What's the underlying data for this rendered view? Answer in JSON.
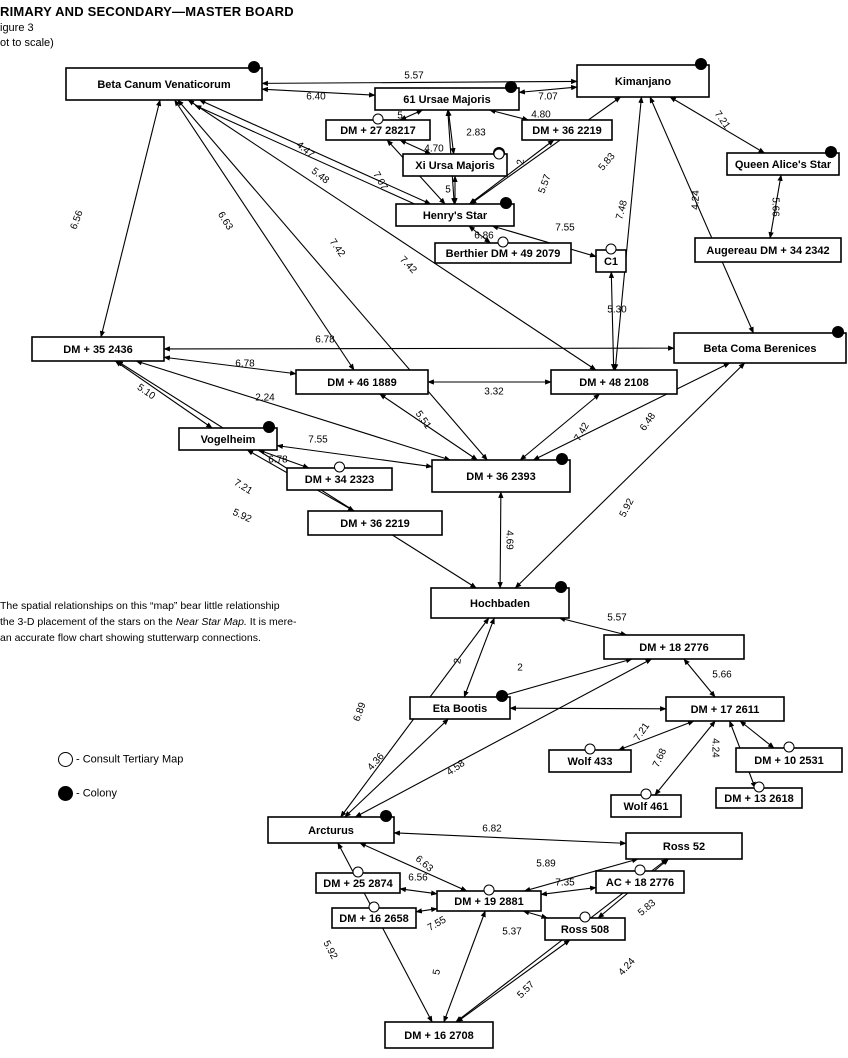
{
  "header": {
    "title": "RIMARY AND SECONDARY—MASTER BOARD",
    "figure": "igure 3",
    "note": "ot to scale)"
  },
  "note": {
    "line1": "The spatial relationships on this “map” bear little relationship",
    "line2_pre": "the 3-D placement of the stars on the ",
    "line2_em": "Near Star Map.",
    "line2_post": " It is mere-",
    "line3": "an accurate flow chart showing stutterwarp connections."
  },
  "legend": {
    "tertiary": "- Consult Tertiary Map",
    "colony": "- Colony"
  },
  "nodes": [
    {
      "id": "beta_canum",
      "label": "Beta Canum Venaticorum",
      "marker": "colony"
    },
    {
      "id": "kimanjano",
      "label": "Kimanjano",
      "marker": "colony"
    },
    {
      "id": "ursae61",
      "label": "61 Ursae Majoris",
      "marker": "colony"
    },
    {
      "id": "dm27_28217",
      "label": "DM + 27 28217",
      "marker": "tertiary"
    },
    {
      "id": "dm36_2219a",
      "label": "DM + 36 2219",
      "marker": "none"
    },
    {
      "id": "xi_ursa",
      "label": "Xi Ursa Majoris",
      "marker": "both"
    },
    {
      "id": "queen_alice",
      "label": "Queen Alice's Star",
      "marker": "colony"
    },
    {
      "id": "henrys",
      "label": "Henry's Star",
      "marker": "colony"
    },
    {
      "id": "berthier",
      "label": "Berthier DM + 49 2079",
      "marker": "tertiary"
    },
    {
      "id": "c1",
      "label": "C1",
      "marker": "tertiary"
    },
    {
      "id": "augereau",
      "label": "Augereau DM + 34 2342",
      "marker": "none"
    },
    {
      "id": "dm35_2436",
      "label": "DM + 35 2436",
      "marker": "none"
    },
    {
      "id": "beta_coma",
      "label": "Beta Coma Berenices",
      "marker": "colony"
    },
    {
      "id": "dm46_1889",
      "label": "DM + 46 1889",
      "marker": "none"
    },
    {
      "id": "dm48_2108",
      "label": "DM + 48 2108",
      "marker": "none"
    },
    {
      "id": "vogelheim",
      "label": "Vogelheim",
      "marker": "colony"
    },
    {
      "id": "dm34_2323",
      "label": "DM + 34 2323",
      "marker": "tertiary"
    },
    {
      "id": "dm36_2393",
      "label": "DM + 36 2393",
      "marker": "colony"
    },
    {
      "id": "dm36_2219b",
      "label": "DM + 36 2219",
      "marker": "none"
    },
    {
      "id": "hochbaden",
      "label": "Hochbaden",
      "marker": "colony"
    },
    {
      "id": "dm18_2776",
      "label": "DM + 18 2776",
      "marker": "none"
    },
    {
      "id": "eta_bootis",
      "label": "Eta Bootis",
      "marker": "colony"
    },
    {
      "id": "dm17_2611",
      "label": "DM + 17 2611",
      "marker": "none"
    },
    {
      "id": "wolf433",
      "label": "Wolf 433",
      "marker": "tertiary"
    },
    {
      "id": "dm10_2531",
      "label": "DM + 10 2531",
      "marker": "tertiary"
    },
    {
      "id": "wolf461",
      "label": "Wolf 461",
      "marker": "tertiary"
    },
    {
      "id": "dm13_2618",
      "label": "DM + 13 2618",
      "marker": "tertiary"
    },
    {
      "id": "arcturus",
      "label": "Arcturus",
      "marker": "colony"
    },
    {
      "id": "ross52",
      "label": "Ross 52",
      "marker": "none"
    },
    {
      "id": "dm25_2874",
      "label": "DM + 25 2874",
      "marker": "tertiary"
    },
    {
      "id": "ac18_2776",
      "label": "AC + 18 2776",
      "marker": "tertiary"
    },
    {
      "id": "dm19_2881",
      "label": "DM + 19 2881",
      "marker": "tertiary"
    },
    {
      "id": "dm16_2658",
      "label": "DM + 16 2658",
      "marker": "tertiary"
    },
    {
      "id": "ross508",
      "label": "Ross 508",
      "marker": "tertiary"
    },
    {
      "id": "dm16_2708",
      "label": "DM + 16 2708",
      "marker": "none"
    }
  ],
  "edges": [
    {
      "from": "beta_canum",
      "to": "kimanjano",
      "label": "5.57"
    },
    {
      "from": "beta_canum",
      "to": "ursae61",
      "label": "6.40"
    },
    {
      "from": "ursae61",
      "to": "kimanjano",
      "label": "7.07"
    },
    {
      "from": "ursae61",
      "to": "dm27_28217",
      "label": "5"
    },
    {
      "from": "ursae61",
      "to": "xi_ursa",
      "label": "2.83"
    },
    {
      "from": "ursae61",
      "to": "dm36_2219a",
      "label": "4.80"
    },
    {
      "from": "ursae61",
      "to": "henrys",
      "label": "2"
    },
    {
      "from": "dm27_28217",
      "to": "xi_ursa",
      "label": "4.70"
    },
    {
      "from": "dm27_28217",
      "to": "henrys",
      "label": "7.07"
    },
    {
      "from": "xi_ursa",
      "to": "henrys",
      "label": "5"
    },
    {
      "from": "henrys",
      "to": "dm36_2219a",
      "label": "5.57"
    },
    {
      "from": "henrys",
      "to": "kimanjano",
      "label": "5.83"
    },
    {
      "from": "henrys",
      "to": "berthier",
      "label": "6.86"
    },
    {
      "from": "henrys",
      "to": "c1",
      "label": "7.55"
    },
    {
      "from": "beta_canum",
      "to": "henrys",
      "label": "4.47"
    },
    {
      "from": "beta_canum",
      "to": "henrys",
      "label": "5.48"
    },
    {
      "from": "kimanjano",
      "to": "queen_alice",
      "label": "7.21"
    },
    {
      "from": "queen_alice",
      "to": "augereau",
      "label": "5.66"
    },
    {
      "from": "kimanjano",
      "to": "beta_coma",
      "label": "4.24"
    },
    {
      "from": "kimanjano",
      "to": "dm48_2108",
      "label": "7.48"
    },
    {
      "from": "c1",
      "to": "dm48_2108",
      "label": "5.30"
    },
    {
      "from": "beta_canum",
      "to": "dm35_2436",
      "label": "6.56"
    },
    {
      "from": "beta_canum",
      "to": "dm46_1889",
      "label": "6.63"
    },
    {
      "from": "beta_canum",
      "to": "dm36_2393",
      "label": "7.42"
    },
    {
      "from": "beta_canum",
      "to": "dm48_2108",
      "label": "7.42"
    },
    {
      "from": "dm35_2436",
      "to": "beta_coma",
      "label": "6.78"
    },
    {
      "from": "dm35_2436",
      "to": "dm46_1889",
      "label": "6.78"
    },
    {
      "from": "dm35_2436",
      "to": "dm36_2393",
      "label": "2.24"
    },
    {
      "from": "dm35_2436",
      "to": "vogelheim",
      "label": "5.10"
    },
    {
      "from": "dm35_2436",
      "to": "hochbaden",
      "label": "5.92"
    },
    {
      "from": "dm46_1889",
      "to": "dm48_2108",
      "label": "3.32"
    },
    {
      "from": "dm46_1889",
      "to": "dm36_2393",
      "label": "5.51"
    },
    {
      "from": "dm48_2108",
      "to": "dm36_2393",
      "label": "7.42"
    },
    {
      "from": "beta_coma",
      "to": "dm36_2393",
      "label": "6.48"
    },
    {
      "from": "beta_coma",
      "to": "hochbaden",
      "label": "5.92"
    },
    {
      "from": "vogelheim",
      "to": "dm36_2393",
      "label": "7.55"
    },
    {
      "from": "vogelheim",
      "to": "dm34_2323",
      "label": "6.78"
    },
    {
      "from": "vogelheim",
      "to": "dm36_2219b",
      "label": "7.21"
    },
    {
      "from": "dm36_2393",
      "to": "hochbaden",
      "label": "4.69"
    },
    {
      "from": "hochbaden",
      "to": "dm18_2776",
      "label": "5.57"
    },
    {
      "from": "hochbaden",
      "to": "eta_bootis",
      "label": "2"
    },
    {
      "from": "hochbaden",
      "to": "arcturus",
      "label": "6.89"
    },
    {
      "from": "eta_bootis",
      "to": "dm18_2776",
      "label": "2"
    },
    {
      "from": "dm18_2776",
      "to": "dm17_2611",
      "label": "5.66"
    },
    {
      "from": "eta_bootis",
      "to": "dm17_2611",
      "label": ""
    },
    {
      "from": "dm17_2611",
      "to": "wolf433",
      "label": "7.21"
    },
    {
      "from": "dm17_2611",
      "to": "wolf461",
      "label": "7.68"
    },
    {
      "from": "dm17_2611",
      "to": "dm13_2618",
      "label": "4.24"
    },
    {
      "from": "dm17_2611",
      "to": "dm10_2531",
      "label": ""
    },
    {
      "from": "eta_bootis",
      "to": "arcturus",
      "label": "4.36"
    },
    {
      "from": "dm18_2776",
      "to": "arcturus",
      "label": "4.58"
    },
    {
      "from": "arcturus",
      "to": "ross52",
      "label": "6.82"
    },
    {
      "from": "arcturus",
      "to": "dm19_2881",
      "label": "6.63"
    },
    {
      "from": "arcturus",
      "to": "dm16_2708",
      "label": "5.92"
    },
    {
      "from": "dm25_2874",
      "to": "dm19_2881",
      "label": "6.56"
    },
    {
      "from": "dm16_2658",
      "to": "dm19_2881",
      "label": "7.55"
    },
    {
      "from": "ross52",
      "to": "dm19_2881",
      "label": "5.89"
    },
    {
      "from": "ac18_2776",
      "to": "dm19_2881",
      "label": "7.35"
    },
    {
      "from": "dm19_2881",
      "to": "ross508",
      "label": "5.37"
    },
    {
      "from": "dm19_2881",
      "to": "dm16_2708",
      "label": "5"
    },
    {
      "from": "ross52",
      "to": "ross508",
      "label": "5.83"
    },
    {
      "from": "ross508",
      "to": "dm16_2708",
      "label": "5.57"
    },
    {
      "from": "ross52",
      "to": "dm16_2708",
      "label": "4.24"
    }
  ]
}
